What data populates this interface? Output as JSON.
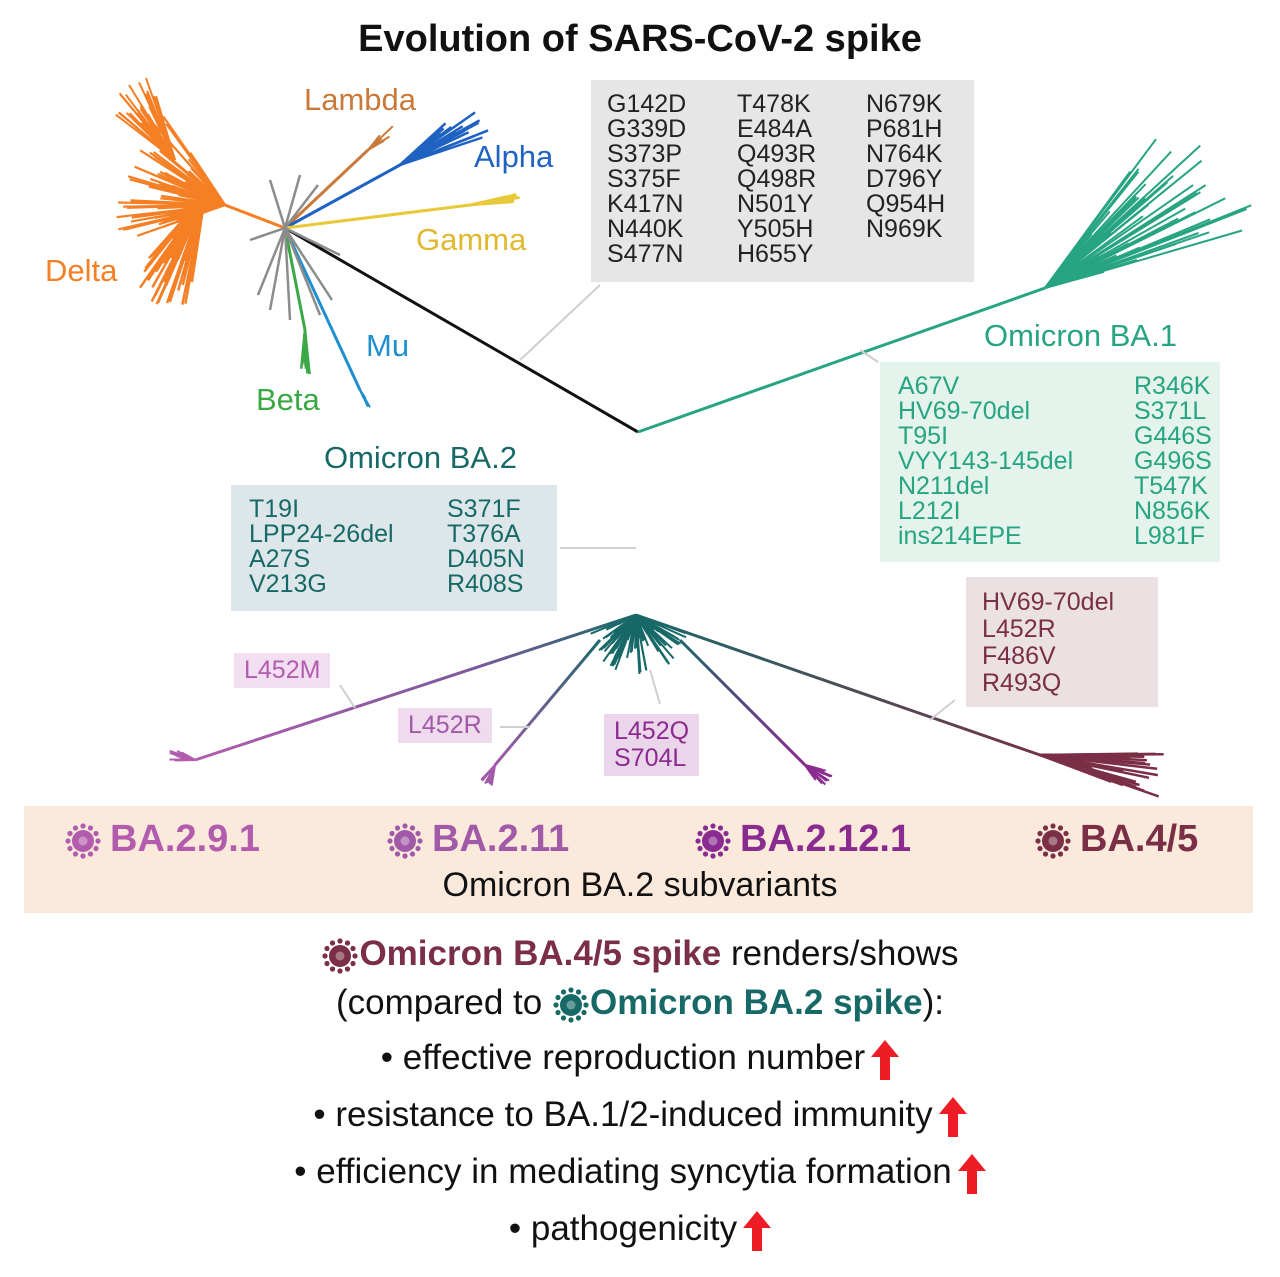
{
  "title": "Evolution of SARS-CoV-2 spike",
  "colors": {
    "delta": "#f57f25",
    "lambda": "#c97a3a",
    "alpha": "#1f62c2",
    "gamma": "#e8c93a",
    "beta": "#3aa845",
    "mu": "#1f8fd0",
    "other": "#8c8c8c",
    "omicron_ba1": "#27a482",
    "omicron_ba2": "#176968",
    "ba2_9_1": "#b25cae",
    "ba2_11": "#a05aa8",
    "ba2_12_1": "#8a2b8f",
    "ba4_5": "#7a2f46",
    "arrow_red": "#ee1c24"
  },
  "lineages": {
    "lambda": "Lambda",
    "alpha": "Alpha",
    "gamma": "Gamma",
    "delta": "Delta",
    "mu": "Mu",
    "beta": "Beta",
    "omicron_ba1": "Omicron BA.1",
    "omicron_ba2": "Omicron BA.2"
  },
  "mutations": {
    "omicron_common": {
      "columns": [
        [
          "G142D",
          "G339D",
          "S373P",
          "S375F",
          "K417N",
          "N440K",
          "S477N"
        ],
        [
          "T478K",
          "E484A",
          "Q493R",
          "Q498R",
          "N501Y",
          "Y505H",
          "H655Y"
        ],
        [
          "N679K",
          "P681H",
          "N764K",
          "D796Y",
          "Q954H",
          "N969K"
        ]
      ]
    },
    "omicron_ba1": {
      "columns": [
        [
          "A67V",
          "HV69-70del",
          "T95I",
          "VYY143-145del",
          "N211del",
          "L212I",
          "ins214EPE"
        ],
        [
          "R346K",
          "S371L",
          "G446S",
          "G496S",
          "T547K",
          "N856K",
          "L981F"
        ]
      ]
    },
    "omicron_ba2": {
      "columns": [
        [
          "T19I",
          "LPP24-26del",
          "A27S",
          "V213G"
        ],
        [
          "S371F",
          "T376A",
          "D405N",
          "R408S"
        ]
      ]
    },
    "ba2_9_1": [
      "L452M"
    ],
    "ba2_11": [
      "L452R"
    ],
    "ba2_12_1": [
      "L452Q",
      "S704L"
    ],
    "ba4_5": [
      "HV69-70del",
      "L452R",
      "F486V",
      "R493Q"
    ]
  },
  "subvariants": {
    "items": [
      {
        "name": "BA.2.9.1",
        "color": "#b25cae"
      },
      {
        "name": "BA.2.11",
        "color": "#a05aa8"
      },
      {
        "name": "BA.2.12.1",
        "color": "#8a2b8f"
      },
      {
        "name": "BA.4/5",
        "color": "#7a2f46"
      }
    ],
    "caption": "Omicron BA.2 subvariants"
  },
  "conclusion": {
    "ba45_spike": "Omicron BA.4/5 spike",
    "renders": " renders/shows",
    "compared_prefix": "(compared to ",
    "ba2_spike": "Omicron BA.2 spike",
    "compared_suffix": "):",
    "bullets": [
      "effective reproduction number",
      "resistance to BA.1/2-induced immunity",
      "efficiency in mediating syncytia formation",
      "pathogenicity"
    ]
  }
}
